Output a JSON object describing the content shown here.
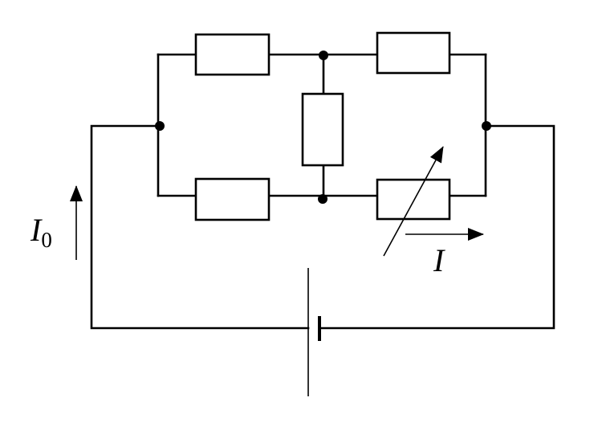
{
  "labels": {
    "total_current_symbol": "I",
    "total_current_subscript": "0",
    "branch_current_symbol": "I"
  },
  "components": {
    "fixed_resistors": 4,
    "variable_resistors": 1,
    "batteries": 1,
    "junction_nodes": 4
  },
  "colors": {
    "line": "#000000",
    "background": "#ffffff"
  }
}
